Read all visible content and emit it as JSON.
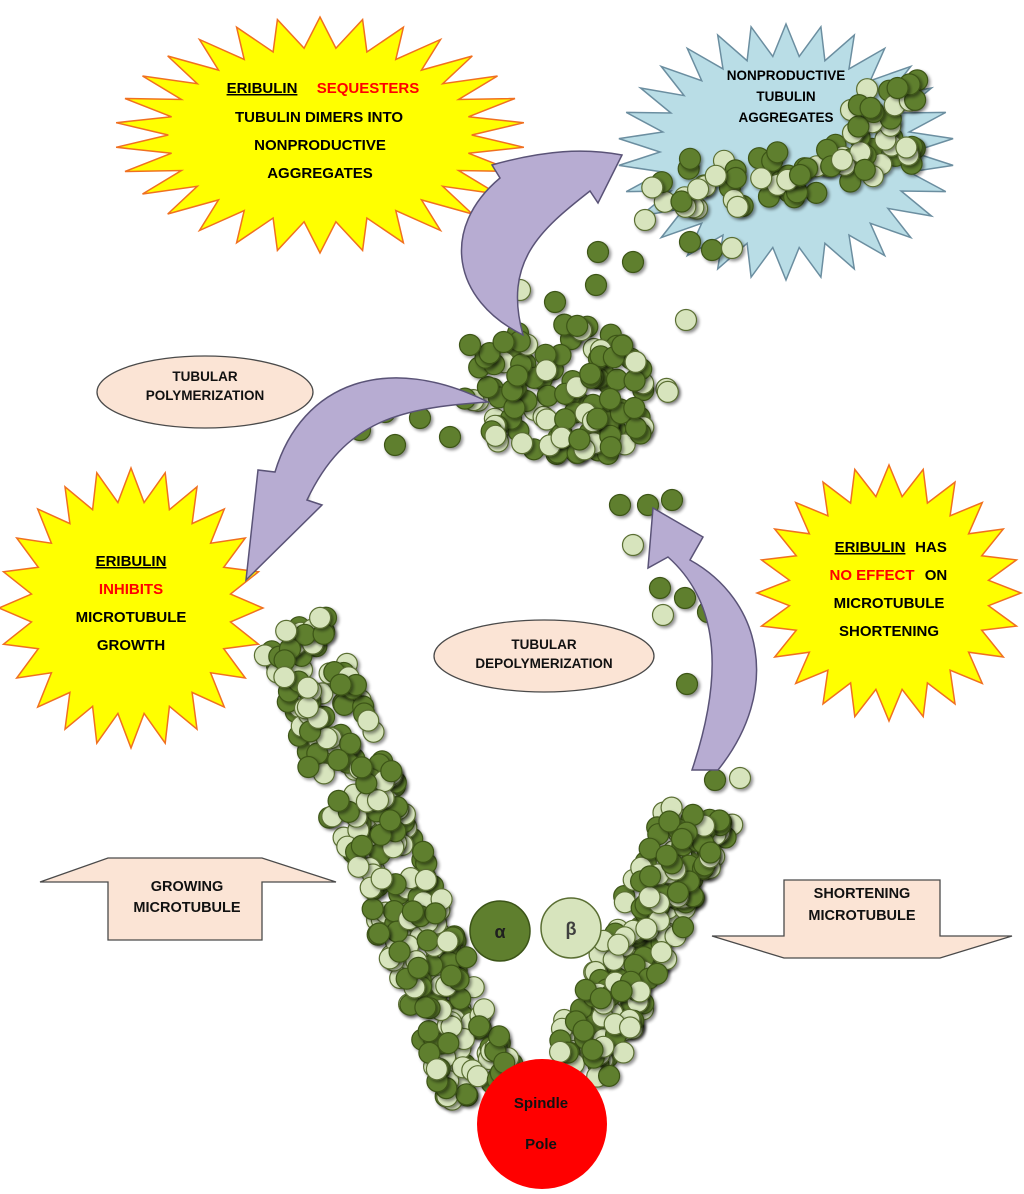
{
  "colors": {
    "alpha_fill": "#5f7f2e",
    "alpha_stroke": "#3c5418",
    "beta_fill": "#d7e4bd",
    "beta_stroke": "#5a6e33",
    "starburst_yellow": "#ffff00",
    "starburst_outline": "#f07020",
    "aggregate_blue": "#b9dde6",
    "arrow_purple": "#b7acd2",
    "arrow_stroke": "#5a5377",
    "label_bg": "#fbe4d5",
    "red_emphasis": "#ff0000",
    "pole_red": "#ff0000"
  },
  "labels": {
    "sequester": {
      "eribulin": "ERIBULIN",
      "verb": "SEQUESTERS",
      "line2": "TUBULIN DIMERS INTO",
      "line3": "NONPRODUCTIVE",
      "line4": "AGGREGATES"
    },
    "aggregates": {
      "line1": "NONPRODUCTIVE",
      "line2": "TUBULIN",
      "line3": "AGGREGATES"
    },
    "inhibits": {
      "eribulin": "ERIBULIN",
      "verb": "INHIBITS",
      "line3": "MICROTUBULE",
      "line4": "GROWTH"
    },
    "no_effect": {
      "eribulin": "ERIBULIN",
      "has": "HAS",
      "verb": "NO EFFECT",
      "on": "ON",
      "line3": "MICROTUBULE",
      "line4": "SHORTENING"
    },
    "polymerization": {
      "line1": "TUBULAR",
      "line2": "POLYMERIZATION"
    },
    "depolymerization": {
      "line1": "TUBULAR",
      "line2": "DEPOLYMERIZATION"
    },
    "growing": {
      "line1": "GROWING",
      "line2": "MICROTUBULE"
    },
    "shortening": {
      "line1": "SHORTENING",
      "line2": "MICROTUBULE"
    },
    "alpha_symbol": "α",
    "beta_symbol": "β",
    "spindle": {
      "line1": "Spindle",
      "line2": "Pole"
    }
  }
}
